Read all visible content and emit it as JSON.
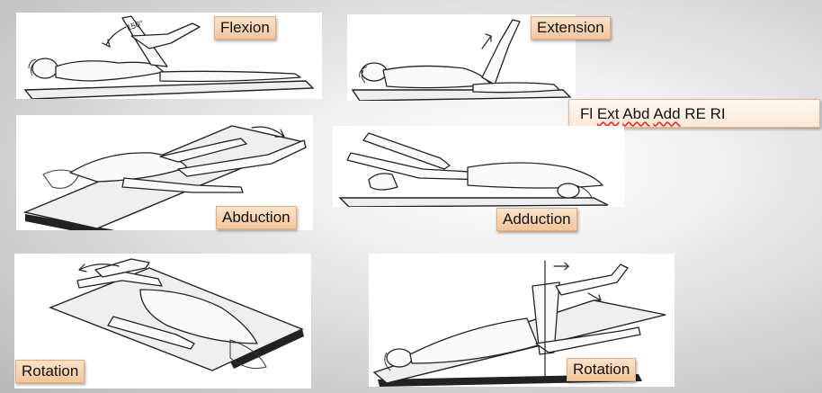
{
  "labels": {
    "flexion": "Flexion",
    "extension": "Extension",
    "abduction": "Abduction",
    "adduction": "Adduction",
    "rotation_left": "Rotation",
    "rotation_right": "Rotation"
  },
  "summary": {
    "fl": "Fl",
    "ext": "Ext",
    "abd": "Abd",
    "add": "Add",
    "re": "RE",
    "ri": "RI"
  },
  "flexion_angle": "150°",
  "colors": {
    "label_fill": "#f4c59a",
    "label_border": "#e0ad7e",
    "spellcheck": "#d33"
  }
}
